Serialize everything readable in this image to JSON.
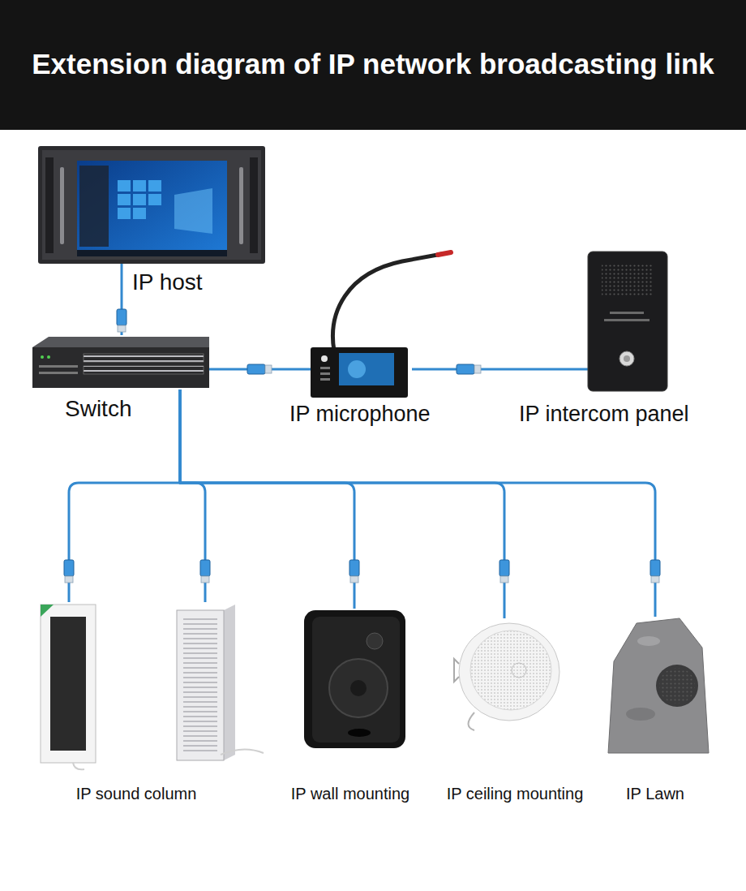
{
  "diagram": {
    "title": "Extension diagram of IP network broadcasting link",
    "nodes": [
      {
        "text": [
          "IP host"
        ]
      },
      {
        "text": [
          "Switch"
        ]
      },
      {
        "text": [
          "IP microphone"
        ]
      },
      {
        "text": [
          "IP intercom panel"
        ]
      },
      {
        "text": [
          "IP sound column"
        ]
      },
      {
        "text": [
          "IP wall mounting"
        ]
      },
      {
        "text": [
          "IP ceiling mounting"
        ]
      },
      {
        "text": [
          "IP Lawn"
        ]
      }
    ],
    "edges": [
      {
        "from": 0,
        "to": 1,
        "arrow": "none"
      },
      {
        "from": 1,
        "to": 2,
        "arrow": "none"
      },
      {
        "from": 2,
        "to": 3,
        "arrow": "none"
      },
      {
        "from": 1,
        "to": 4,
        "arrow": "none"
      },
      {
        "from": 1,
        "to": 4,
        "arrow": "none"
      },
      {
        "from": 1,
        "to": 5,
        "arrow": "none"
      },
      {
        "from": 1,
        "to": 6,
        "arrow": "none"
      },
      {
        "from": 1,
        "to": 7,
        "arrow": "none"
      }
    ]
  }
}
